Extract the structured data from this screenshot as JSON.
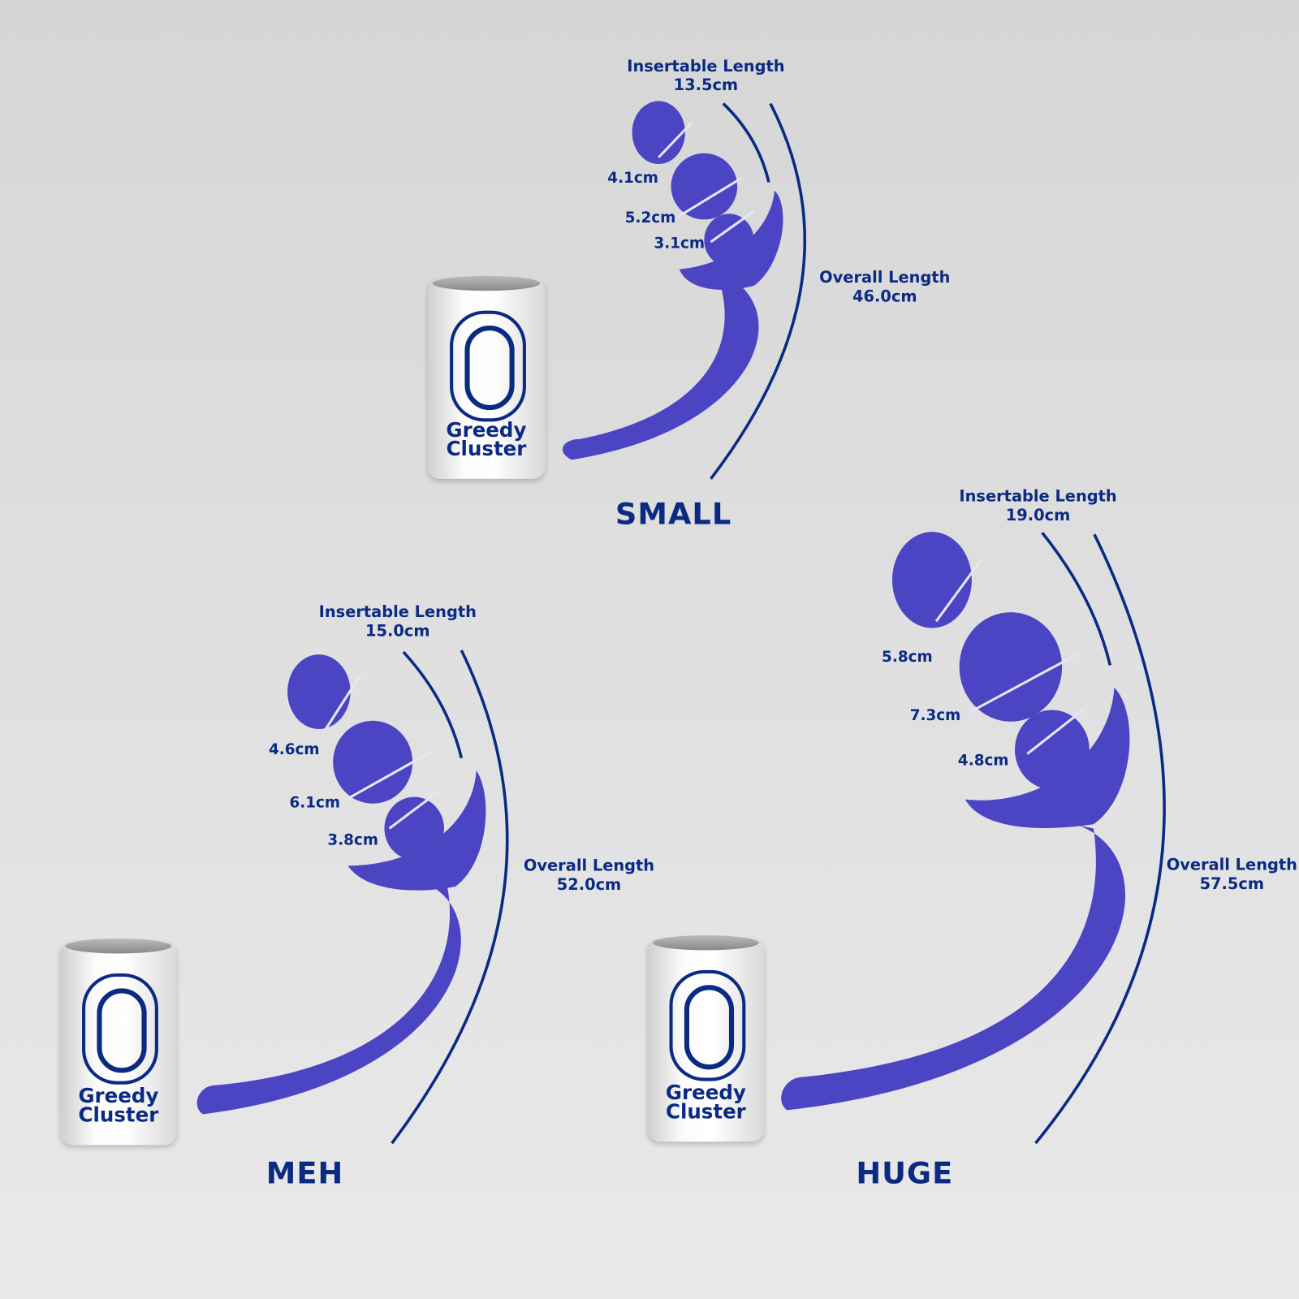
{
  "brand": {
    "line1": "Greedy",
    "line2": "Cluster"
  },
  "sizes": [
    {
      "name": "SMALL",
      "insertable_label": "Insertable Length",
      "insertable": "13.5cm",
      "overall_label": "Overall Length",
      "overall": "46.0cm",
      "circumferences": [
        "4.1cm",
        "5.2cm",
        "3.1cm"
      ]
    },
    {
      "name": "MEH",
      "insertable_label": "Insertable Length",
      "insertable": "15.0cm",
      "overall_label": "Overall Length",
      "overall": "52.0cm",
      "circumferences": [
        "4.6cm",
        "6.1cm",
        "3.8cm"
      ]
    },
    {
      "name": "HUGE",
      "insertable_label": "Insertable Length",
      "insertable": "19.0cm",
      "overall_label": "Overall Length",
      "overall": "57.5cm",
      "circumferences": [
        "5.8cm",
        "7.3cm",
        "4.8cm"
      ]
    }
  ],
  "colors": {
    "accent": "#0b2a82",
    "product": "#4b45c4"
  }
}
